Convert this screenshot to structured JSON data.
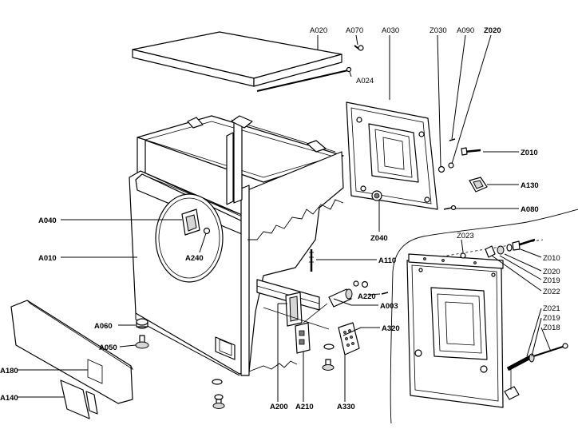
{
  "diagram": {
    "labels": {
      "A020": "A020",
      "A070": "A070",
      "A030": "A030",
      "Z030": "Z030",
      "A090": "A090",
      "Z020_top": "Z020",
      "A024": "A024",
      "Z010_top": "Z010",
      "A130": "A130",
      "A080": "A080",
      "Z040": "Z040",
      "A040": "A040",
      "A240": "A240",
      "A010": "A010",
      "A110": "A110",
      "A220": "A220",
      "A003": "A003",
      "A320": "A320",
      "A060": "A060",
      "A050": "A050",
      "A180": "A180",
      "A140": "A140",
      "A200": "A200",
      "A210": "A210",
      "A330": "A330",
      "Z023": "Z023",
      "Z010_side": "Z010",
      "Z020_side": "Z020",
      "Z019_a": "Z019",
      "Z022": "Z022",
      "Z021": "Z021",
      "Z019_b": "Z019",
      "Z018": "Z018"
    }
  }
}
